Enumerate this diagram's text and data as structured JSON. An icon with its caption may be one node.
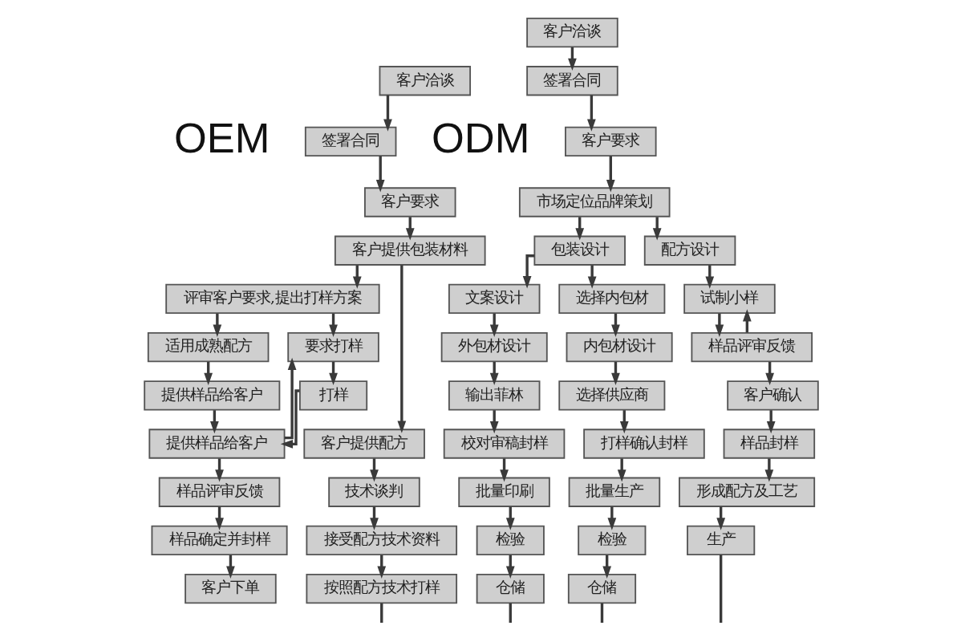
{
  "diagram": {
    "nodes": [
      {
        "text": [
          "客户洽谈"
        ]
      },
      {
        "text": [
          "签署合同"
        ]
      },
      {
        "text": [
          "客户要求"
        ]
      },
      {
        "text": [
          "客户提供包装材料"
        ]
      },
      {
        "text": [
          "评审客户要求,提出打样方案"
        ]
      },
      {
        "text": [
          "适用成熟配方"
        ]
      },
      {
        "text": [
          "要求打样"
        ]
      },
      {
        "text": [
          "提供样品给客户"
        ]
      },
      {
        "text": [
          "打样"
        ]
      },
      {
        "text": [
          "提供样品给客户"
        ]
      },
      {
        "text": [
          "客户提供配方"
        ]
      },
      {
        "text": [
          "样品评审反馈"
        ]
      },
      {
        "text": [
          "技术谈判"
        ]
      },
      {
        "text": [
          "样品确定并封样"
        ]
      },
      {
        "text": [
          "接受配方技术资料"
        ]
      },
      {
        "text": [
          "客户下单"
        ]
      },
      {
        "text": [
          "按照配方技术打样"
        ]
      },
      {
        "text": [
          "客户洽谈"
        ]
      },
      {
        "text": [
          "签署合同"
        ]
      },
      {
        "text": [
          "客户要求"
        ]
      },
      {
        "text": [
          "市场定位品牌策划"
        ]
      },
      {
        "text": [
          "包装设计"
        ]
      },
      {
        "text": [
          "配方设计"
        ]
      },
      {
        "text": [
          "文案设计"
        ]
      },
      {
        "text": [
          "选择内包材"
        ]
      },
      {
        "text": [
          "试制小样"
        ]
      },
      {
        "text": [
          "外包材设计"
        ]
      },
      {
        "text": [
          "内包材设计"
        ]
      },
      {
        "text": [
          "样品评审反馈"
        ]
      },
      {
        "text": [
          "输出菲林"
        ]
      },
      {
        "text": [
          "选择供应商"
        ]
      },
      {
        "text": [
          "客户确认"
        ]
      },
      {
        "text": [
          "校对审稿封样"
        ]
      },
      {
        "text": [
          "打样确认封样"
        ]
      },
      {
        "text": [
          "样品封样"
        ]
      },
      {
        "text": [
          "批量印刷"
        ]
      },
      {
        "text": [
          "批量生产"
        ]
      },
      {
        "text": [
          "形成配方及工艺"
        ]
      },
      {
        "text": [
          "检验"
        ]
      },
      {
        "text": [
          "检验"
        ]
      },
      {
        "text": [
          "生产"
        ]
      },
      {
        "text": [
          "仓储"
        ]
      },
      {
        "text": [
          "仓储"
        ]
      }
    ],
    "edges": [
      {
        "from": 0,
        "to": 1,
        "arrow": "to"
      },
      {
        "from": 1,
        "to": 2,
        "arrow": "to"
      },
      {
        "from": 2,
        "to": 3,
        "arrow": "to"
      },
      {
        "from": 3,
        "to": 4,
        "arrow": "to"
      },
      {
        "from": 3,
        "to": 10,
        "arrow": "to"
      },
      {
        "from": 4,
        "to": 5,
        "arrow": "to"
      },
      {
        "from": 4,
        "to": 6,
        "arrow": "to"
      },
      {
        "from": 5,
        "to": 7,
        "arrow": "to"
      },
      {
        "from": 6,
        "to": 8,
        "arrow": "to"
      },
      {
        "from": 7,
        "to": 9,
        "arrow": "to"
      },
      {
        "from": 8,
        "to": 9,
        "arrow": "to"
      },
      {
        "from": 9,
        "to": 6,
        "arrow": "to"
      },
      {
        "from": 9,
        "to": 11,
        "arrow": "to"
      },
      {
        "from": 11,
        "to": 13,
        "arrow": "to"
      },
      {
        "from": 13,
        "to": 15,
        "arrow": "to"
      },
      {
        "from": 10,
        "to": 12,
        "arrow": "to"
      },
      {
        "from": 12,
        "to": 14,
        "arrow": "to"
      },
      {
        "from": 14,
        "to": 16,
        "arrow": "to"
      },
      {
        "from": 16,
        "to": null,
        "arrow": "none"
      },
      {
        "from": 17,
        "to": 18,
        "arrow": "to"
      },
      {
        "from": 18,
        "to": 19,
        "arrow": "to"
      },
      {
        "from": 19,
        "to": 20,
        "arrow": "to"
      },
      {
        "from": 20,
        "to": 21,
        "arrow": "to"
      },
      {
        "from": 20,
        "to": 22,
        "arrow": "to"
      },
      {
        "from": 21,
        "to": 23,
        "arrow": "to"
      },
      {
        "from": 21,
        "to": 24,
        "arrow": "to"
      },
      {
        "from": 22,
        "to": 25,
        "arrow": "to"
      },
      {
        "from": 23,
        "to": 26,
        "arrow": "to"
      },
      {
        "from": 26,
        "to": 29,
        "arrow": "to"
      },
      {
        "from": 29,
        "to": 32,
        "arrow": "to"
      },
      {
        "from": 32,
        "to": 35,
        "arrow": "to"
      },
      {
        "from": 35,
        "to": 38,
        "arrow": "to"
      },
      {
        "from": 38,
        "to": 41,
        "arrow": "to"
      },
      {
        "from": 41,
        "to": null,
        "arrow": "none"
      },
      {
        "from": 24,
        "to": 27,
        "arrow": "to"
      },
      {
        "from": 27,
        "to": 30,
        "arrow": "to"
      },
      {
        "from": 30,
        "to": 33,
        "arrow": "to"
      },
      {
        "from": 33,
        "to": 36,
        "arrow": "to"
      },
      {
        "from": 36,
        "to": 39,
        "arrow": "to"
      },
      {
        "from": 39,
        "to": 42,
        "arrow": "to"
      },
      {
        "from": 42,
        "to": null,
        "arrow": "none"
      },
      {
        "from": 25,
        "to": 28,
        "arrow": "to"
      },
      {
        "from": 28,
        "to": 25,
        "arrow": "to"
      },
      {
        "from": 28,
        "to": 31,
        "arrow": "to"
      },
      {
        "from": 31,
        "to": 34,
        "arrow": "to"
      },
      {
        "from": 34,
        "to": 37,
        "arrow": "to"
      },
      {
        "from": 37,
        "to": 40,
        "arrow": "to"
      },
      {
        "from": 40,
        "to": null,
        "arrow": "none"
      }
    ],
    "labels": [
      "OEM",
      "ODM"
    ]
  }
}
